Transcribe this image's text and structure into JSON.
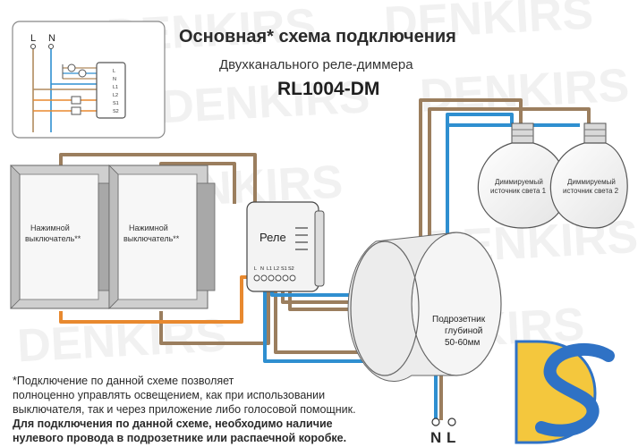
{
  "header": {
    "title": "Основная* схема подключения",
    "subtitle": "Двухканального реле-диммера",
    "model": "RL1004-DM"
  },
  "mini_diagram": {
    "L": "L",
    "N": "N",
    "pins": [
      "L",
      "N",
      "L1",
      "L2",
      "S1",
      "S2"
    ]
  },
  "switches": [
    {
      "label_line1": "Нажимной",
      "label_line2": "выключатель**"
    },
    {
      "label_line1": "Нажимной",
      "label_line2": "выключатель**"
    }
  ],
  "relay": {
    "label": "Реле",
    "pins": [
      "L",
      "N",
      "L1",
      "L2",
      "S1",
      "S2"
    ]
  },
  "lamps": [
    {
      "line1": "Диммируемый",
      "line2": "источник света 1"
    },
    {
      "line1": "Диммируемый",
      "line2": "источник света 2"
    }
  ],
  "box": {
    "line1": "Подрозетник",
    "line2": "глубиной",
    "line3": "50-60мм"
  },
  "terminals": {
    "N": "N",
    "L": "L"
  },
  "notes": {
    "line1": "*Подключение по данной схеме позволяет",
    "line2": "полноценно управлять освещением, как при использовании",
    "line3": "выключателя, так и через приложение либо голосовой помощник.",
    "line4": "Для подключения по данной схеме, необходимо наличие",
    "line5": "нулевого провода в подрозетнике или распаечной коробке."
  },
  "watermark": "DENKIRS",
  "logo": "DS",
  "colors": {
    "wire_brown": "#9b7e5e",
    "wire_blue": "#2f8fd0",
    "wire_orange": "#e8892f",
    "logo_blue": "#2f72c5",
    "logo_yellow": "#f4c73d"
  }
}
